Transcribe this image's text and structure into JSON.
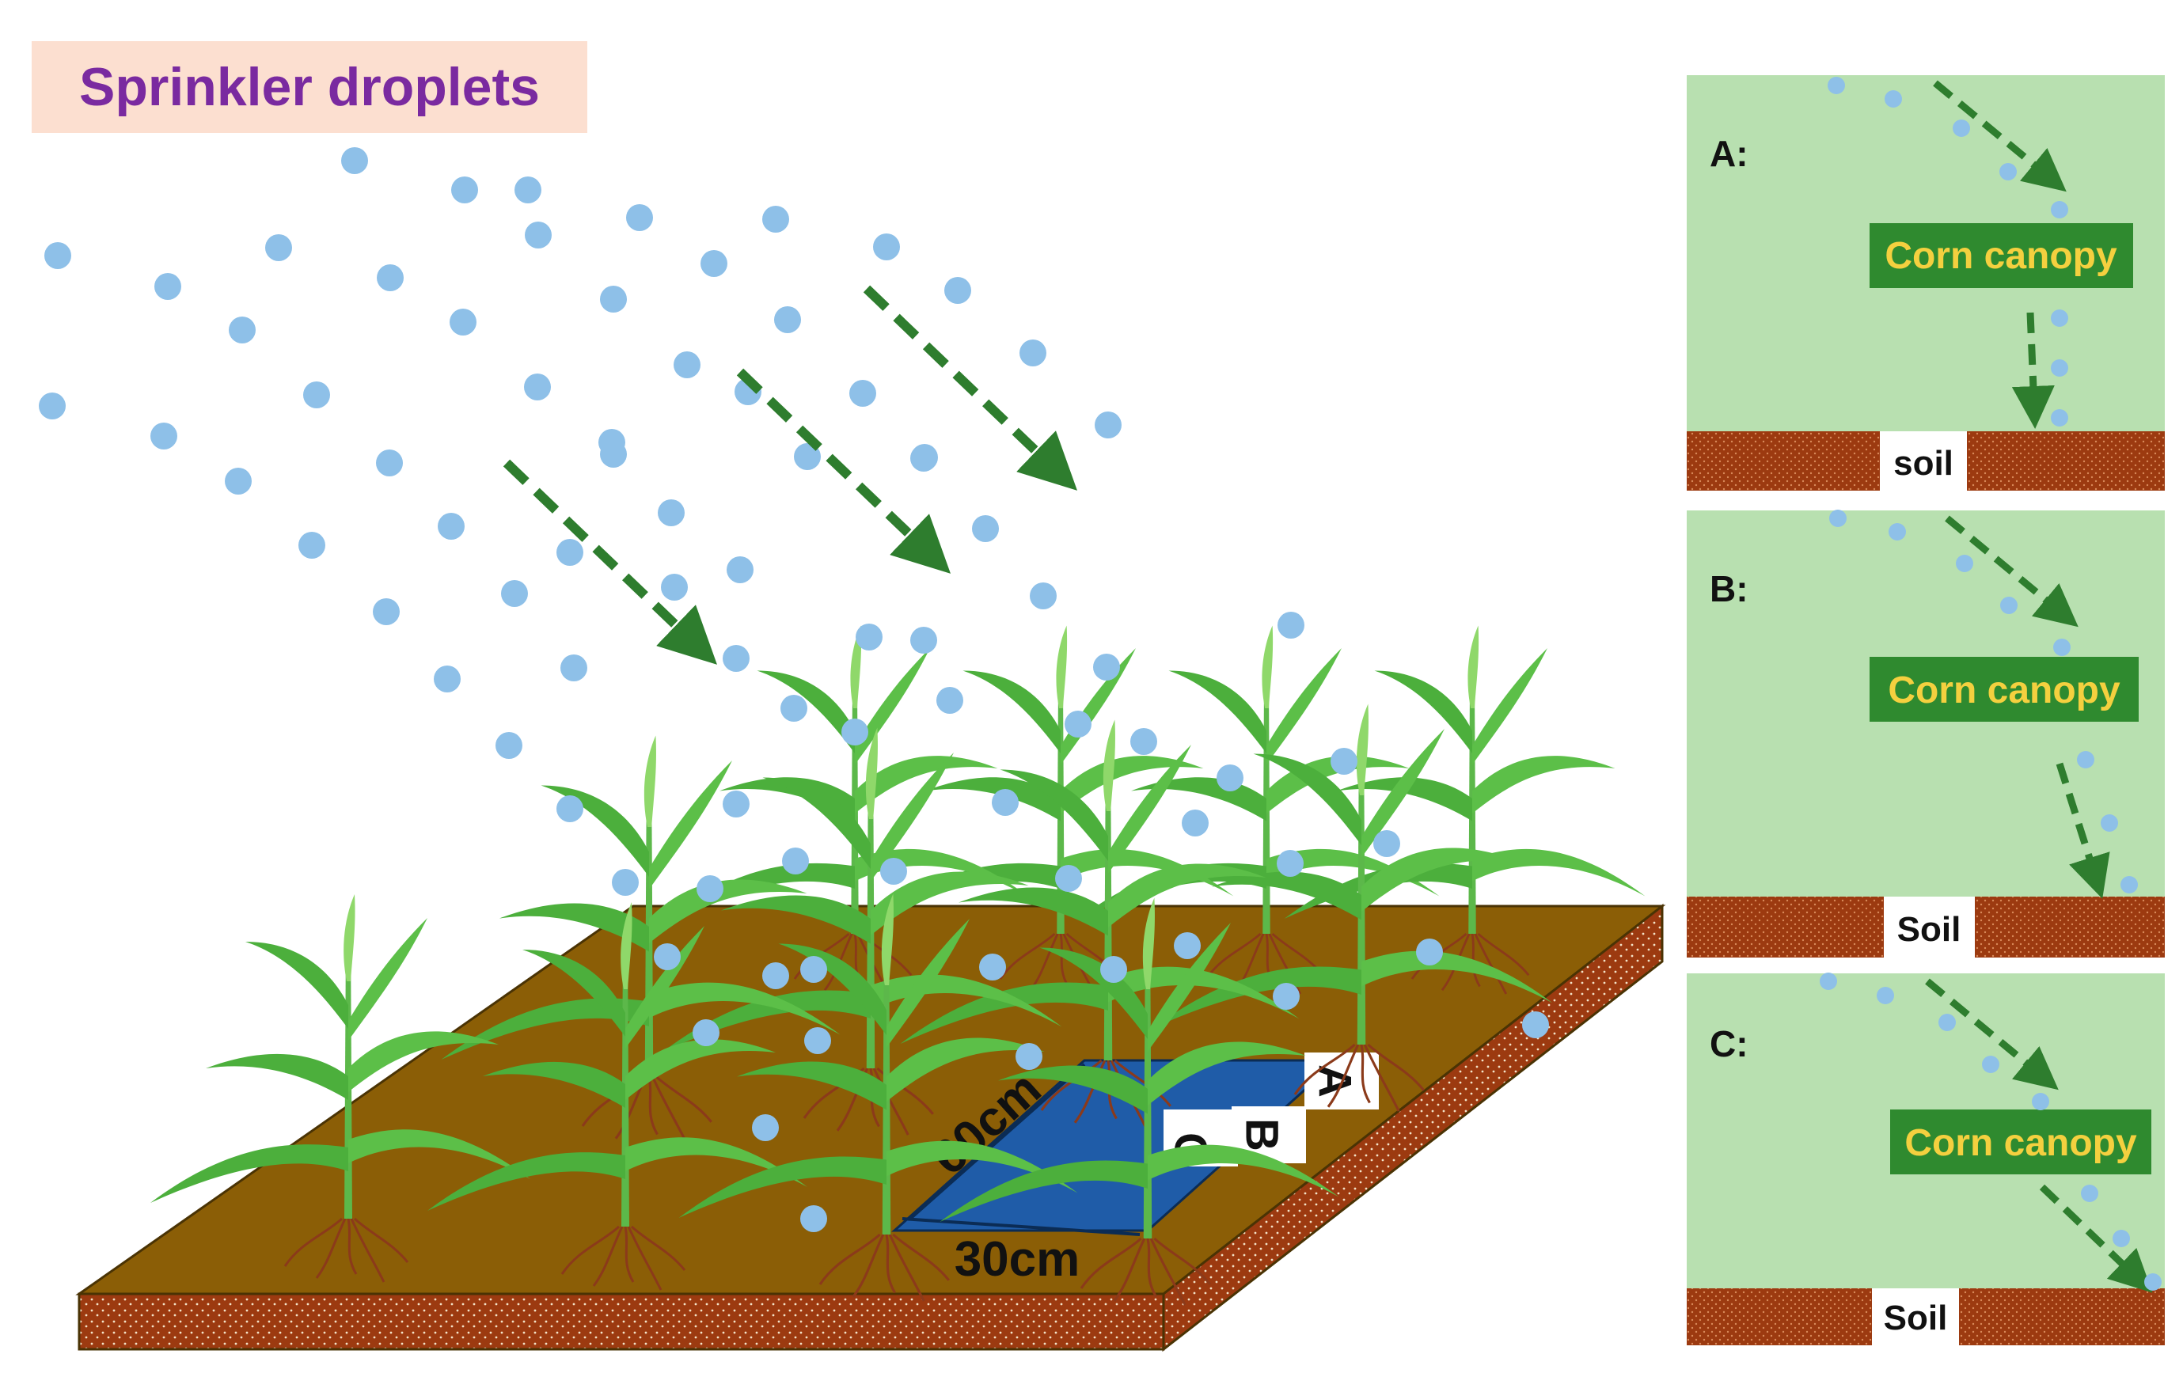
{
  "title": "Sprinkler droplets",
  "colors": {
    "droplet": "#8ec0e8",
    "arrow": "#2e7d2e",
    "soil_top": "#8b5e06",
    "soil_side": "#9c3a10",
    "plot": "#1f5ca8",
    "panel_bg": "#b8e0b0",
    "canopy_box": "#2f8a2f",
    "canopy_text": "#f4d03f",
    "title_bg": "#fcdfd0",
    "title_text": "#7a2aa0",
    "leaf": "#4caf3c",
    "root": "#8b3a1a"
  },
  "plot_labels": {
    "length": "60cm",
    "width": "30cm",
    "positions": [
      "A",
      "B",
      "C"
    ]
  },
  "panels": [
    {
      "label": "A:",
      "canopy": "Corn canopy",
      "soil": "soil"
    },
    {
      "label": "B:",
      "canopy": "Corn canopy",
      "soil": "Soil"
    },
    {
      "label": "C:",
      "canopy": "Corn canopy",
      "soil": "Soil"
    }
  ]
}
